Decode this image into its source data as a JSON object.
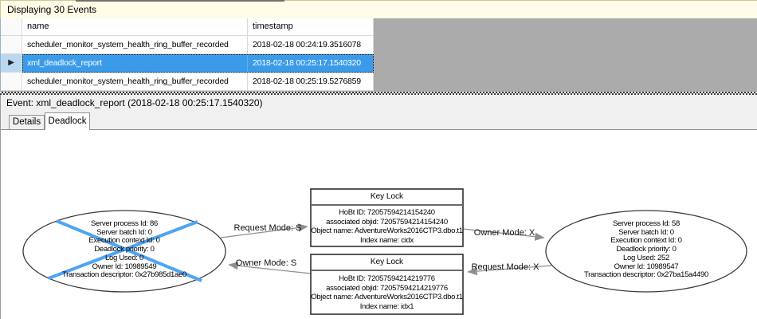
{
  "window": {
    "info_bar": "Displaying 30 Events"
  },
  "icons": {
    "row_marker": "▶"
  },
  "events_grid": {
    "columns": [
      {
        "label": "name"
      },
      {
        "label": "timestamp"
      }
    ],
    "rows": [
      {
        "name": "scheduler_monitor_system_health_ring_buffer_recorded",
        "timestamp": "2018-02-18 00:24:19.3516078",
        "selected": false
      },
      {
        "name": "xml_deadlock_report",
        "timestamp": "2018-02-18 00:25:17.1540320",
        "selected": true
      },
      {
        "name": "scheduler_monitor_system_health_ring_buffer_recorded",
        "timestamp": "2018-02-18 00:25:19.5276859",
        "selected": false
      }
    ]
  },
  "event_header": {
    "label": "Event: xml_deadlock_report (2018-02-18 00:25:17.1540320)"
  },
  "tabs": [
    {
      "label": "Details",
      "active": false
    },
    {
      "label": "Deadlock",
      "active": true
    }
  ],
  "deadlock_graph": {
    "process_nodes": [
      {
        "victim": true,
        "lines": [
          "Server process Id: 86",
          "Server batch Id: 0",
          "Execution context Id: 0",
          "Deadlock priority: 0",
          "Log Used: 0",
          "Owner Id: 10989549",
          "Transaction descriptor: 0x27b985d1ae0"
        ]
      },
      {
        "victim": false,
        "lines": [
          "Server process Id: 58",
          "Server batch Id: 0",
          "Execution context Id: 0",
          "Deadlock priority: 0",
          "Log Used: 252",
          "Owner Id: 10989547",
          "Transaction descriptor: 0x27ba15a4490"
        ]
      }
    ],
    "resource_nodes": [
      {
        "title": "Key Lock",
        "lines": [
          "HoBt ID: 72057594214154240",
          "associated objid: 72057594214154240",
          "Object name: AdventureWorks2016CTP3.dbo.t1",
          "Index name: cidx"
        ]
      },
      {
        "title": "Key Lock",
        "lines": [
          "HoBt ID: 72057594214219776",
          "associated objid: 72057594214219776",
          "Object name: AdventureWorks2016CTP3.dbo.t1",
          "Index name: idx1"
        ]
      }
    ],
    "edge_labels": {
      "request_s": "Request Mode: S",
      "owner_s": "Owner Mode: S",
      "owner_x": "Owner Mode: X",
      "request_x": "Request Mode: X"
    },
    "colors": {
      "victim_cross": "#4FA4F2",
      "selection": "#3C9BE9",
      "info_bar_bg": "#FFFDE8",
      "grid_fill": "#ABABAB"
    }
  }
}
